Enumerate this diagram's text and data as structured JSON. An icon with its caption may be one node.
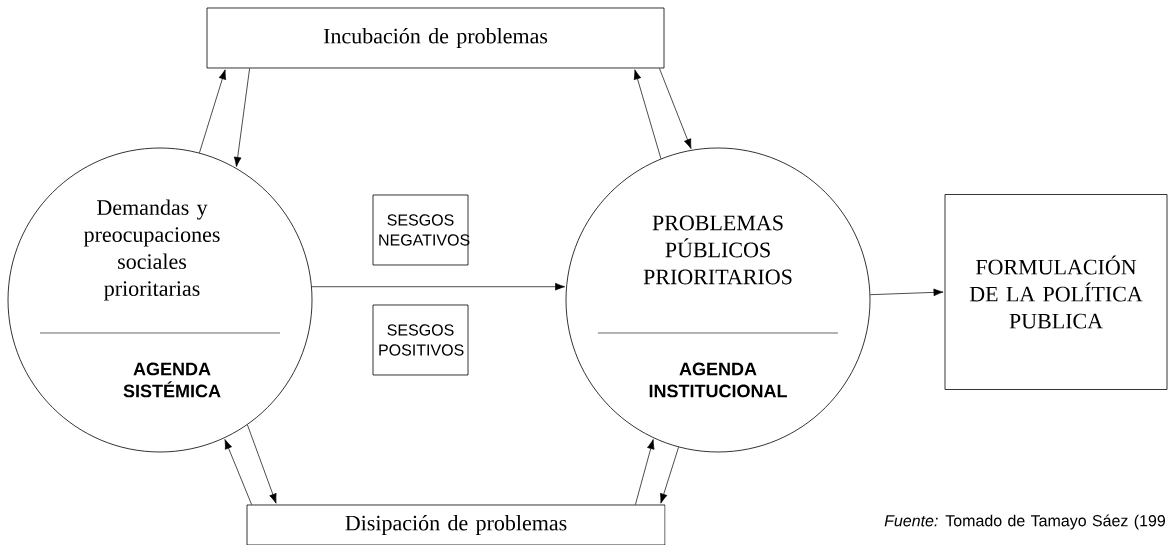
{
  "diagram": {
    "caption": "*Fuente:* Tomado de Tamayo Sáez (199",
    "nodes": [
      {
        "text": [
          "Incubación de problemas"
        ]
      },
      {
        "text": [
          "Demandas y preocupaciones sociales prioritarias",
          "AGENDA SISTÉMICA"
        ]
      },
      {
        "text": [
          "SESGOS NEGATIVOS"
        ]
      },
      {
        "text": [
          "SESGOS POSITIVOS"
        ]
      },
      {
        "text": [
          "PROBLEMAS PÚBLICOS PRIORITARIOS",
          "AGENDA INSTITUCIONAL"
        ]
      },
      {
        "text": [
          "FORMULACIÓN DE LA POLÍTICA PUBLICA"
        ]
      },
      {
        "text": [
          "Disipación de problemas"
        ]
      }
    ],
    "edges": [
      {
        "from": 1,
        "to": 0,
        "arrow": "to"
      },
      {
        "from": 0,
        "to": 1,
        "arrow": "to"
      },
      {
        "from": 4,
        "to": 0,
        "arrow": "to"
      },
      {
        "from": 0,
        "to": 4,
        "arrow": "to"
      },
      {
        "from": 6,
        "to": 1,
        "arrow": "to"
      },
      {
        "from": 1,
        "to": 6,
        "arrow": "to"
      },
      {
        "from": 6,
        "to": 4,
        "arrow": "to"
      },
      {
        "from": 4,
        "to": 6,
        "arrow": "to"
      },
      {
        "from": 1,
        "to": 4,
        "arrow": "to"
      },
      {
        "from": 4,
        "to": 5,
        "arrow": "to"
      }
    ]
  }
}
